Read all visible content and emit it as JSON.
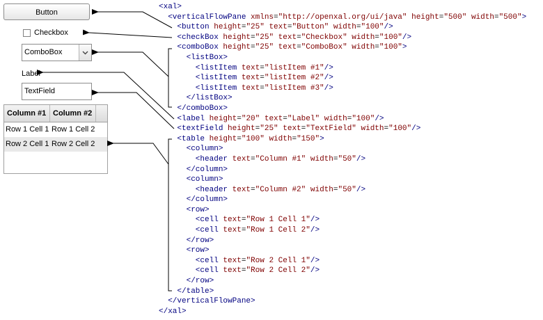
{
  "widgets": {
    "button_label": "Button",
    "checkbox_label": "Checkbox",
    "combobox_value": "ComboBox",
    "label_text": "Label",
    "textfield_value": "TextField",
    "table": {
      "headers": [
        "Column #1",
        "Column #2"
      ],
      "rows": [
        [
          "Row 1 Cell 1",
          "Row 1 Cell 2"
        ],
        [
          "Row 2 Cell 1",
          "Row 2 Cell 2"
        ]
      ]
    }
  },
  "code_lines": [
    [
      {
        "c": "tag",
        "t": "<xal>"
      }
    ],
    [
      {
        "c": "tag",
        "t": "  <verticalFlowPane "
      },
      {
        "c": "an",
        "t": "xmlns"
      },
      {
        "c": "eq",
        "t": "="
      },
      {
        "c": "av",
        "t": "\"http://openxal.org/ui/java\""
      },
      {
        "c": "an",
        "t": " height"
      },
      {
        "c": "eq",
        "t": "="
      },
      {
        "c": "av",
        "t": "\"500\""
      },
      {
        "c": "an",
        "t": " width"
      },
      {
        "c": "eq",
        "t": "="
      },
      {
        "c": "av",
        "t": "\"500\""
      },
      {
        "c": "tag",
        "t": ">"
      }
    ],
    [
      {
        "c": "tag",
        "t": "    <button "
      },
      {
        "c": "an",
        "t": "height"
      },
      {
        "c": "eq",
        "t": "="
      },
      {
        "c": "av",
        "t": "\"25\""
      },
      {
        "c": "an",
        "t": " text"
      },
      {
        "c": "eq",
        "t": "="
      },
      {
        "c": "av",
        "t": "\"Button\""
      },
      {
        "c": "an",
        "t": " width"
      },
      {
        "c": "eq",
        "t": "="
      },
      {
        "c": "av",
        "t": "\"100\""
      },
      {
        "c": "tag",
        "t": "/>"
      }
    ],
    [
      {
        "c": "tag",
        "t": "    <checkBox "
      },
      {
        "c": "an",
        "t": "height"
      },
      {
        "c": "eq",
        "t": "="
      },
      {
        "c": "av",
        "t": "\"25\""
      },
      {
        "c": "an",
        "t": " text"
      },
      {
        "c": "eq",
        "t": "="
      },
      {
        "c": "av",
        "t": "\"Checkbox\""
      },
      {
        "c": "an",
        "t": " width"
      },
      {
        "c": "eq",
        "t": "="
      },
      {
        "c": "av",
        "t": "\"100\""
      },
      {
        "c": "tag",
        "t": "/>"
      }
    ],
    [
      {
        "c": "tag",
        "t": "    <comboBox "
      },
      {
        "c": "an",
        "t": "height"
      },
      {
        "c": "eq",
        "t": "="
      },
      {
        "c": "av",
        "t": "\"25\""
      },
      {
        "c": "an",
        "t": " text"
      },
      {
        "c": "eq",
        "t": "="
      },
      {
        "c": "av",
        "t": "\"ComboBox\""
      },
      {
        "c": "an",
        "t": " width"
      },
      {
        "c": "eq",
        "t": "="
      },
      {
        "c": "av",
        "t": "\"100\""
      },
      {
        "c": "tag",
        "t": ">"
      }
    ],
    [
      {
        "c": "tag",
        "t": "      <listBox>"
      }
    ],
    [
      {
        "c": "tag",
        "t": "        <listItem "
      },
      {
        "c": "an",
        "t": "text"
      },
      {
        "c": "eq",
        "t": "="
      },
      {
        "c": "av",
        "t": "\"listItem #1\""
      },
      {
        "c": "tag",
        "t": "/>"
      }
    ],
    [
      {
        "c": "tag",
        "t": "        <listItem "
      },
      {
        "c": "an",
        "t": "text"
      },
      {
        "c": "eq",
        "t": "="
      },
      {
        "c": "av",
        "t": "\"listItem #2\""
      },
      {
        "c": "tag",
        "t": "/>"
      }
    ],
    [
      {
        "c": "tag",
        "t": "        <listItem "
      },
      {
        "c": "an",
        "t": "text"
      },
      {
        "c": "eq",
        "t": "="
      },
      {
        "c": "av",
        "t": "\"listItem #3\""
      },
      {
        "c": "tag",
        "t": "/>"
      }
    ],
    [
      {
        "c": "tag",
        "t": "      </listBox>"
      }
    ],
    [
      {
        "c": "tag",
        "t": "    </comboBox>"
      }
    ],
    [
      {
        "c": "tag",
        "t": "    <label "
      },
      {
        "c": "an",
        "t": "height"
      },
      {
        "c": "eq",
        "t": "="
      },
      {
        "c": "av",
        "t": "\"20\""
      },
      {
        "c": "an",
        "t": " text"
      },
      {
        "c": "eq",
        "t": "="
      },
      {
        "c": "av",
        "t": "\"Label\""
      },
      {
        "c": "an",
        "t": " width"
      },
      {
        "c": "eq",
        "t": "="
      },
      {
        "c": "av",
        "t": "\"100\""
      },
      {
        "c": "tag",
        "t": "/>"
      }
    ],
    [
      {
        "c": "tag",
        "t": "    <textField "
      },
      {
        "c": "an",
        "t": "height"
      },
      {
        "c": "eq",
        "t": "="
      },
      {
        "c": "av",
        "t": "\"25\""
      },
      {
        "c": "an",
        "t": " text"
      },
      {
        "c": "eq",
        "t": "="
      },
      {
        "c": "av",
        "t": "\"TextField\""
      },
      {
        "c": "an",
        "t": " width"
      },
      {
        "c": "eq",
        "t": "="
      },
      {
        "c": "av",
        "t": "\"100\""
      },
      {
        "c": "tag",
        "t": "/>"
      }
    ],
    [
      {
        "c": "tag",
        "t": "    <table "
      },
      {
        "c": "an",
        "t": "height"
      },
      {
        "c": "eq",
        "t": "="
      },
      {
        "c": "av",
        "t": "\"100\""
      },
      {
        "c": "an",
        "t": " width"
      },
      {
        "c": "eq",
        "t": "="
      },
      {
        "c": "av",
        "t": "\"150\""
      },
      {
        "c": "tag",
        "t": ">"
      }
    ],
    [
      {
        "c": "tag",
        "t": "      <column>"
      }
    ],
    [
      {
        "c": "tag",
        "t": "        <header "
      },
      {
        "c": "an",
        "t": "text"
      },
      {
        "c": "eq",
        "t": "="
      },
      {
        "c": "av",
        "t": "\"Column #1\""
      },
      {
        "c": "an",
        "t": " width"
      },
      {
        "c": "eq",
        "t": "="
      },
      {
        "c": "av",
        "t": "\"50\""
      },
      {
        "c": "tag",
        "t": "/>"
      }
    ],
    [
      {
        "c": "tag",
        "t": "      </column>"
      }
    ],
    [
      {
        "c": "tag",
        "t": "      <column>"
      }
    ],
    [
      {
        "c": "tag",
        "t": "        <header "
      },
      {
        "c": "an",
        "t": "text"
      },
      {
        "c": "eq",
        "t": "="
      },
      {
        "c": "av",
        "t": "\"Column #2\""
      },
      {
        "c": "an",
        "t": " width"
      },
      {
        "c": "eq",
        "t": "="
      },
      {
        "c": "av",
        "t": "\"50\""
      },
      {
        "c": "tag",
        "t": "/>"
      }
    ],
    [
      {
        "c": "tag",
        "t": "      </column>"
      }
    ],
    [
      {
        "c": "tag",
        "t": "      <row>"
      }
    ],
    [
      {
        "c": "tag",
        "t": "        <cell "
      },
      {
        "c": "an",
        "t": "text"
      },
      {
        "c": "eq",
        "t": "="
      },
      {
        "c": "av",
        "t": "\"Row 1 Cell 1\""
      },
      {
        "c": "tag",
        "t": "/>"
      }
    ],
    [
      {
        "c": "tag",
        "t": "        <cell "
      },
      {
        "c": "an",
        "t": "text"
      },
      {
        "c": "eq",
        "t": "="
      },
      {
        "c": "av",
        "t": "\"Row 1 Cell 2\""
      },
      {
        "c": "tag",
        "t": "/>"
      }
    ],
    [
      {
        "c": "tag",
        "t": "      </row>"
      }
    ],
    [
      {
        "c": "tag",
        "t": "      <row>"
      }
    ],
    [
      {
        "c": "tag",
        "t": "        <cell "
      },
      {
        "c": "an",
        "t": "text"
      },
      {
        "c": "eq",
        "t": "="
      },
      {
        "c": "av",
        "t": "\"Row 2 Cell 1\""
      },
      {
        "c": "tag",
        "t": "/>"
      }
    ],
    [
      {
        "c": "tag",
        "t": "        <cell "
      },
      {
        "c": "an",
        "t": "text"
      },
      {
        "c": "eq",
        "t": "="
      },
      {
        "c": "av",
        "t": "\"Row 2 Cell 2\""
      },
      {
        "c": "tag",
        "t": "/>"
      }
    ],
    [
      {
        "c": "tag",
        "t": "      </row>"
      }
    ],
    [
      {
        "c": "tag",
        "t": "    </table>"
      }
    ],
    [
      {
        "c": "tag",
        "t": "  </verticalFlowPane>"
      }
    ],
    [
      {
        "c": "tag",
        "t": "</xal>"
      }
    ]
  ],
  "colors": {
    "tag": "#000080",
    "attribute_name": "#7f0000",
    "attribute_value": "#7f0000",
    "arrow": "#000000"
  }
}
